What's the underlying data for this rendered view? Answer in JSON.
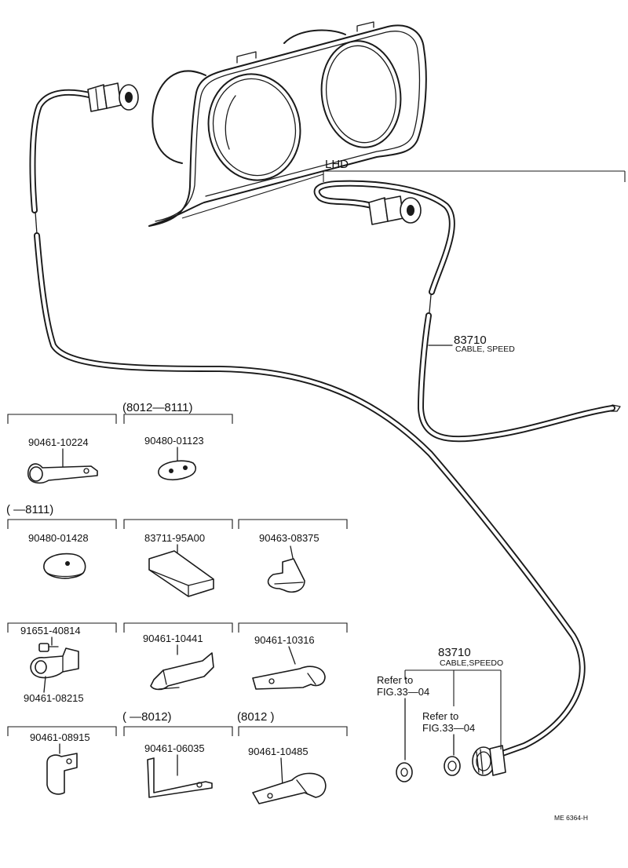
{
  "lhd_label": "LHD",
  "cable_speed": {
    "number": "83710",
    "name": "CABLE, SPEED"
  },
  "cable_speedo": {
    "number": "83710",
    "name": "CABLE,SPEEDO"
  },
  "refer_1": {
    "line1": "Refer to",
    "line2": "FIG.33—04"
  },
  "refer_2": {
    "line1": "Refer to",
    "line2": "FIG.33—04"
  },
  "groups": {
    "top_date": "(8012—8111)",
    "mid_date": "(      —8111)",
    "bot_date_a": "(      —8012)",
    "bot_date_b": "(8012          )"
  },
  "parts": {
    "p1": "90461-10224",
    "p2": "90480-01123",
    "p3": "90480-01428",
    "p4": "83711-95A00",
    "p5": "90463-08375",
    "p6": "91651-40814",
    "p6b": "90461-08215",
    "p7": "90461-10441",
    "p8": "90461-10316",
    "p9": "90461-08915",
    "p10": "90461-06035",
    "p11": "90461-10485"
  },
  "ref_code": "ME  6364-H"
}
